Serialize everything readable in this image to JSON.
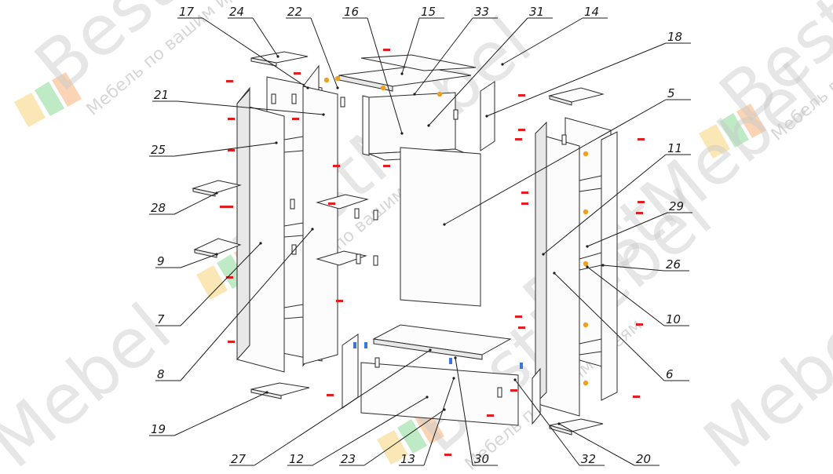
{
  "watermark": {
    "brand": "BestMebel",
    "brand_short": "Best",
    "brand_tail": "Mebel",
    "tagline": "Мебель по вашим идеям",
    "logo_colors": [
      "#f2c53a",
      "#2fbf4a",
      "#f07b1c"
    ]
  },
  "callouts": [
    {
      "label": "17"
    },
    {
      "label": "24"
    },
    {
      "label": "22"
    },
    {
      "label": "16"
    },
    {
      "label": "15"
    },
    {
      "label": "33"
    },
    {
      "label": "31"
    },
    {
      "label": "14"
    },
    {
      "label": "18"
    },
    {
      "label": "21"
    },
    {
      "label": "5"
    },
    {
      "label": "25"
    },
    {
      "label": "11"
    },
    {
      "label": "28"
    },
    {
      "label": "29"
    },
    {
      "label": "9"
    },
    {
      "label": "26"
    },
    {
      "label": "7"
    },
    {
      "label": "10"
    },
    {
      "label": "8"
    },
    {
      "label": "6"
    },
    {
      "label": "19"
    },
    {
      "label": "27"
    },
    {
      "label": "12"
    },
    {
      "label": "23"
    },
    {
      "label": "13"
    },
    {
      "label": "30"
    },
    {
      "label": "32"
    },
    {
      "label": "20"
    }
  ],
  "colors": {
    "line": "#2a2a2a",
    "fastener_red": "#e02020",
    "fastener_orange": "#f0a020",
    "fastener_blue": "#3a78d8"
  }
}
